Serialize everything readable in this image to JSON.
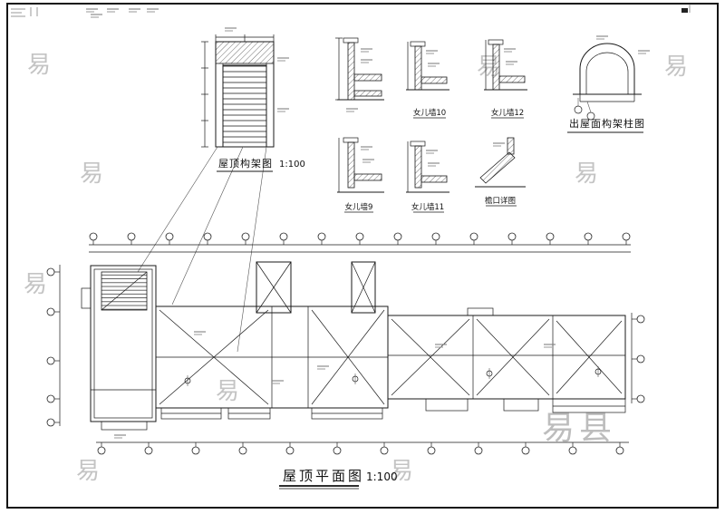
{
  "titles": {
    "roof_frame_label": "屋顶构架图",
    "roof_frame_scale": "1:100",
    "column_frame_label": "出屋面构架柱图",
    "roof_plan_label": "屋顶平面图",
    "roof_plan_scale": "1:100"
  },
  "detail_labels": {
    "parapet_10": "女儿墙10",
    "parapet_12": "女儿墙12",
    "parapet_9": "女儿墙9",
    "parapet_11": "女儿墙11",
    "eave_detail": "檐口详图"
  },
  "watermark": {
    "glyph": "易",
    "corner_text": "易县",
    "color": "#c4c4c4"
  },
  "colors": {
    "ink": "#1a1a1a",
    "paper": "#ffffff"
  }
}
